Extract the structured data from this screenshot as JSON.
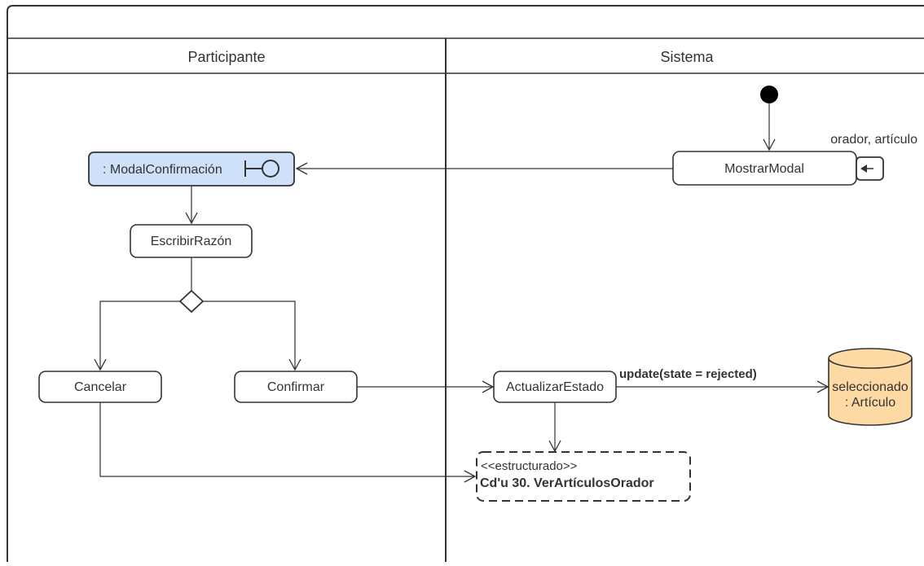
{
  "lanes": {
    "left": "Participante",
    "right": "Sistema"
  },
  "nodes": {
    "modal_confirmacion": ": ModalConfirmación",
    "escribir_razon": "EscribirRazón",
    "cancelar": "Cancelar",
    "confirmar": "Confirmar",
    "mostrar_modal": "MostrarModal",
    "mostrar_modal_param": "orador, artículo",
    "actualizar_estado": "ActualizarEstado",
    "update_label": "update(state = rejected)",
    "datastore_line1": "seleccionado",
    "datastore_line2": ": Artículo",
    "structured_stereotype": "<<estructurado>>",
    "structured_name": "Cd'u 30. VerArtículosOrador"
  },
  "colors": {
    "line": "#333333",
    "boundary_fill": "#cfe0fb",
    "datastore_fill": "#fdd9a3",
    "initial_node": "#000000"
  }
}
